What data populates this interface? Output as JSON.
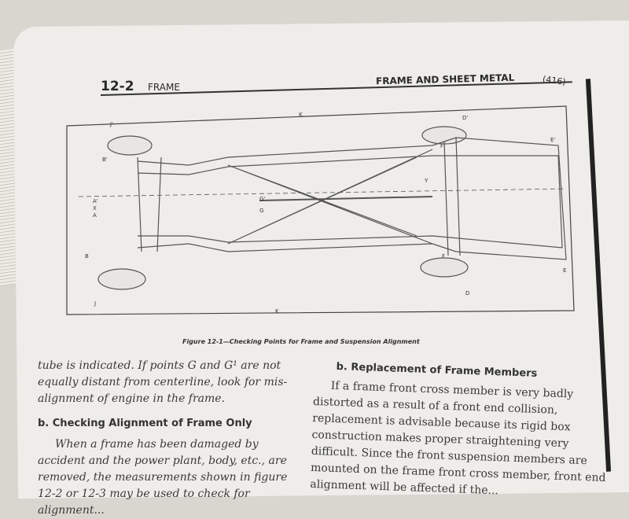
{
  "header": {
    "section_number": "12-2",
    "section_title": "FRAME",
    "chapter_title": "FRAME AND SHEET METAL",
    "page_number": "(416)"
  },
  "figure": {
    "caption": "Figure 12-1—Checking Points for Frame and Suspension Alignment",
    "labels": {
      "j_prime": "J'",
      "k_top": "K",
      "d_prime": "D'",
      "b_prime": "B'",
      "e_prime": "E'",
      "a_prime": "A'",
      "x": "X",
      "a": "A",
      "g_prime": "G'",
      "g": "G",
      "y": "Y",
      "f_prime": "F'",
      "f": "F",
      "b": "B",
      "e": "E",
      "d": "D",
      "j": "J",
      "k_bottom": "K"
    }
  },
  "left_column": {
    "para1": "tube is indicated. If points G and G¹ are not equally distant from centerline, look for mis-alignment of engine in the frame.",
    "heading": "b. Checking Alignment of Frame Only",
    "para2": "When a frame has been damaged by accident and the power plant, body, etc., are removed, the measurements shown in figure 12-2 or 12-3 may be used to check for alignment..."
  },
  "right_column": {
    "heading": "b. Replacement of Frame Members",
    "para1": "If a frame front cross member is very badly distorted as a result of a front end collision, replacement is advisable because its rigid box construction makes proper straightening very difficult. Since the front suspension members are mounted on the frame front cross member, front end alignment will be affected if the..."
  }
}
